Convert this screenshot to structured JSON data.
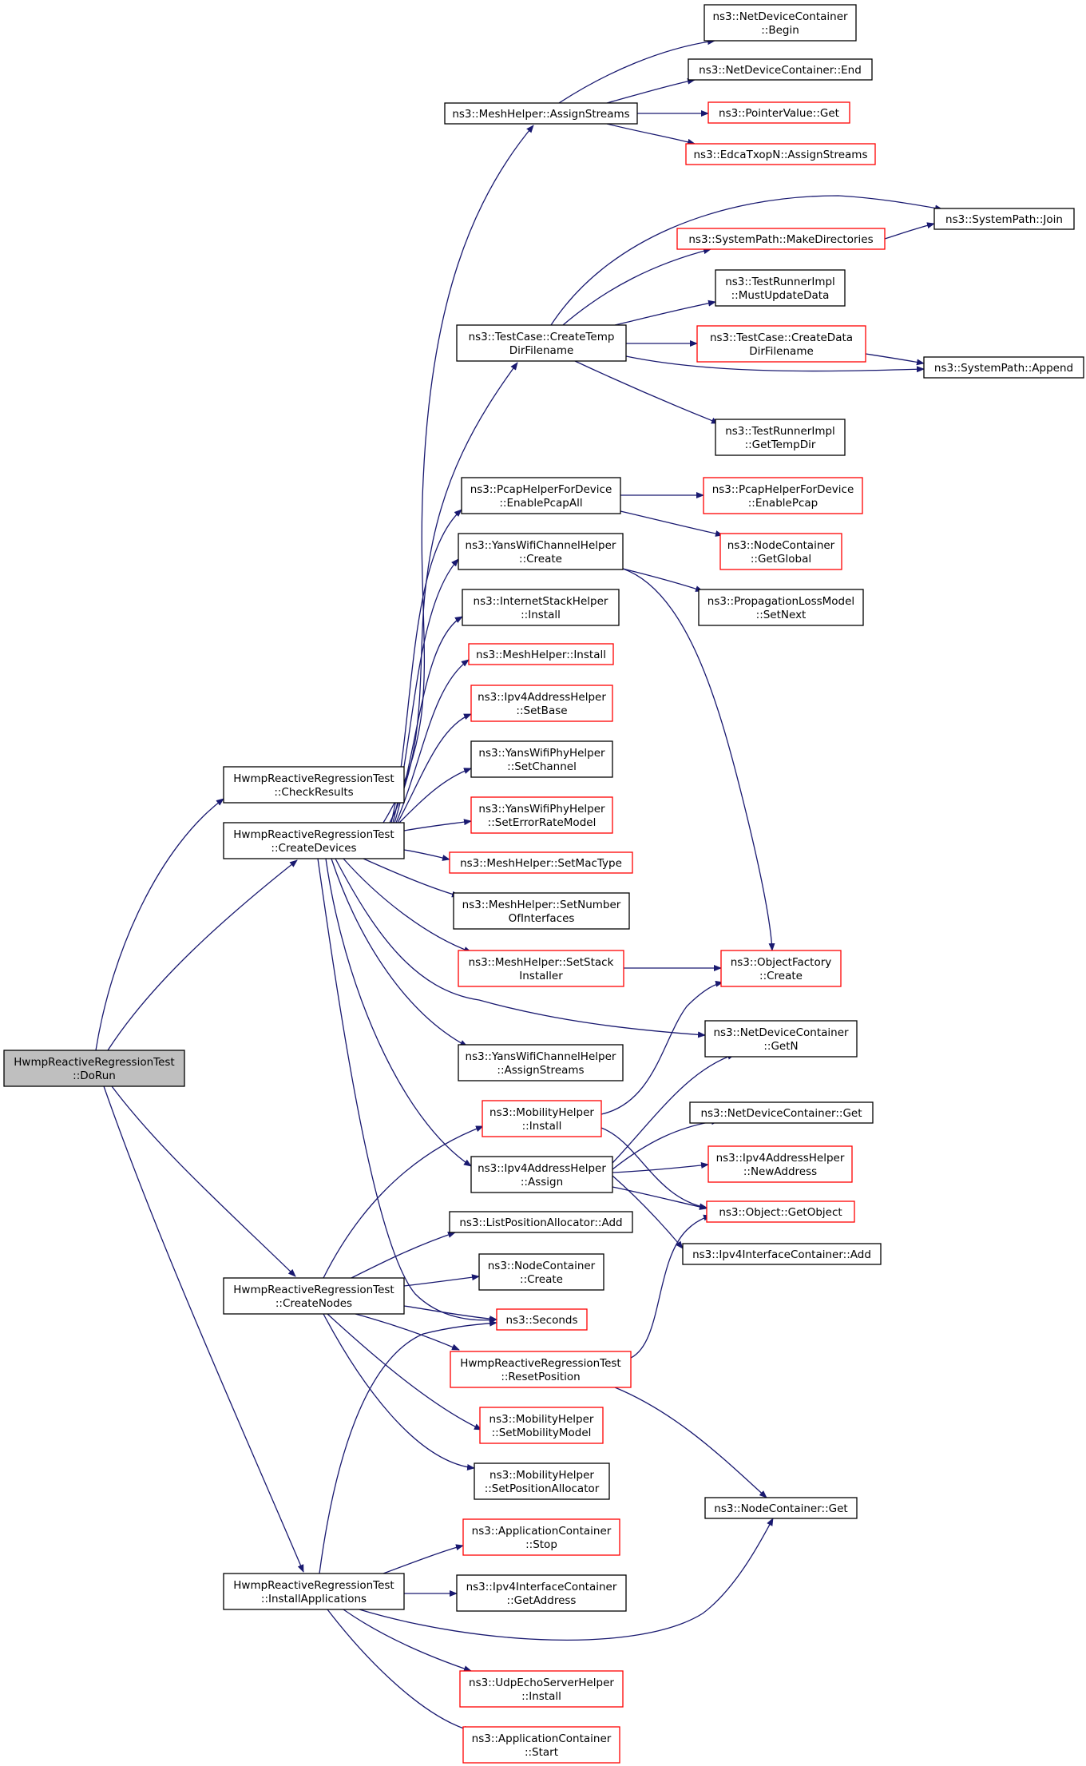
{
  "diagram": {
    "type": "call-graph",
    "colors": {
      "edge": "#191970",
      "node_border": "#000000",
      "node_border_missing_doc": "#ff0000",
      "root_fill": "#bfbfbf"
    },
    "nodes": [
      {
        "id": "dorun",
        "lines": [
          "HwmpReactiveRegressionTest",
          "::DoRun"
        ],
        "style": "root"
      },
      {
        "id": "checkresults",
        "lines": [
          "HwmpReactiveRegressionTest",
          "::CheckResults"
        ],
        "style": "black"
      },
      {
        "id": "createdevices",
        "lines": [
          "HwmpReactiveRegressionTest",
          "::CreateDevices"
        ],
        "style": "black"
      },
      {
        "id": "createnodes",
        "lines": [
          "HwmpReactiveRegressionTest",
          "::CreateNodes"
        ],
        "style": "black"
      },
      {
        "id": "installapps",
        "lines": [
          "HwmpReactiveRegressionTest",
          "::InstallApplications"
        ],
        "style": "black"
      },
      {
        "id": "mh_assignstreams",
        "lines": [
          "ns3::MeshHelper::AssignStreams"
        ],
        "style": "black"
      },
      {
        "id": "tc_createtemp",
        "lines": [
          "ns3::TestCase::CreateTemp",
          "DirFilename"
        ],
        "style": "black"
      },
      {
        "id": "pcap_enableall",
        "lines": [
          "ns3::PcapHelperForDevice",
          "::EnablePcapAll"
        ],
        "style": "black"
      },
      {
        "id": "ywch_create",
        "lines": [
          "ns3::YansWifiChannelHelper",
          "::Create"
        ],
        "style": "black"
      },
      {
        "id": "ish_install",
        "lines": [
          "ns3::InternetStackHelper",
          "::Install"
        ],
        "style": "black"
      },
      {
        "id": "mh_install",
        "lines": [
          "ns3::MeshHelper::Install"
        ],
        "style": "red"
      },
      {
        "id": "ipv4ah_setbase",
        "lines": [
          "ns3::Ipv4AddressHelper",
          "::SetBase"
        ],
        "style": "red"
      },
      {
        "id": "ywph_setchannel",
        "lines": [
          "ns3::YansWifiPhyHelper",
          "::SetChannel"
        ],
        "style": "black"
      },
      {
        "id": "ywph_seterm",
        "lines": [
          "ns3::YansWifiPhyHelper",
          "::SetErrorRateModel"
        ],
        "style": "red"
      },
      {
        "id": "mh_setmactype",
        "lines": [
          "ns3::MeshHelper::SetMacType"
        ],
        "style": "red"
      },
      {
        "id": "mh_setnumif",
        "lines": [
          "ns3::MeshHelper::SetNumber",
          "OfInterfaces"
        ],
        "style": "black"
      },
      {
        "id": "mh_setstack",
        "lines": [
          "ns3::MeshHelper::SetStack",
          "Installer"
        ],
        "style": "red"
      },
      {
        "id": "ywch_assignstreams",
        "lines": [
          "ns3::YansWifiChannelHelper",
          "::AssignStreams"
        ],
        "style": "black"
      },
      {
        "id": "mobh_install",
        "lines": [
          "ns3::MobilityHelper",
          "::Install"
        ],
        "style": "red"
      },
      {
        "id": "ipv4ah_assign",
        "lines": [
          "ns3::Ipv4AddressHelper",
          "::Assign"
        ],
        "style": "black"
      },
      {
        "id": "lpa_add",
        "lines": [
          "ns3::ListPositionAllocator::Add"
        ],
        "style": "black"
      },
      {
        "id": "nc_create",
        "lines": [
          "ns3::NodeContainer",
          "::Create"
        ],
        "style": "black"
      },
      {
        "id": "seconds",
        "lines": [
          "ns3::Seconds"
        ],
        "style": "red"
      },
      {
        "id": "resetpos",
        "lines": [
          "HwmpReactiveRegressionTest",
          "::ResetPosition"
        ],
        "style": "red"
      },
      {
        "id": "mobh_setmm",
        "lines": [
          "ns3::MobilityHelper",
          "::SetMobilityModel"
        ],
        "style": "red"
      },
      {
        "id": "mobh_setpa",
        "lines": [
          "ns3::MobilityHelper",
          "::SetPositionAllocator"
        ],
        "style": "black"
      },
      {
        "id": "ac_stop",
        "lines": [
          "ns3::ApplicationContainer",
          "::Stop"
        ],
        "style": "red"
      },
      {
        "id": "ipv4ic_getaddr",
        "lines": [
          "ns3::Ipv4InterfaceContainer",
          "::GetAddress"
        ],
        "style": "black"
      },
      {
        "id": "uesh_install",
        "lines": [
          "ns3::UdpEchoServerHelper",
          "::Install"
        ],
        "style": "red"
      },
      {
        "id": "ac_start",
        "lines": [
          "ns3::ApplicationContainer",
          "::Start"
        ],
        "style": "red"
      },
      {
        "id": "ndc_begin",
        "lines": [
          "ns3::NetDeviceContainer",
          "::Begin"
        ],
        "style": "black"
      },
      {
        "id": "ndc_end",
        "lines": [
          "ns3::NetDeviceContainer::End"
        ],
        "style": "black"
      },
      {
        "id": "pv_get",
        "lines": [
          "ns3::PointerValue::Get"
        ],
        "style": "red"
      },
      {
        "id": "edca_assign",
        "lines": [
          "ns3::EdcaTxopN::AssignStreams"
        ],
        "style": "red"
      },
      {
        "id": "sp_makedirs",
        "lines": [
          "ns3::SystemPath::MakeDirectories"
        ],
        "style": "red"
      },
      {
        "id": "tri_mustupdate",
        "lines": [
          "ns3::TestRunnerImpl",
          "::MustUpdateData"
        ],
        "style": "black"
      },
      {
        "id": "tc_createdata",
        "lines": [
          "ns3::TestCase::CreateData",
          "DirFilename"
        ],
        "style": "red"
      },
      {
        "id": "tri_gettemp",
        "lines": [
          "ns3::TestRunnerImpl",
          "::GetTempDir"
        ],
        "style": "black"
      },
      {
        "id": "pcap_enable",
        "lines": [
          "ns3::PcapHelperForDevice",
          "::EnablePcap"
        ],
        "style": "red"
      },
      {
        "id": "nc_getglobal",
        "lines": [
          "ns3::NodeContainer",
          "::GetGlobal"
        ],
        "style": "red"
      },
      {
        "id": "plm_setnext",
        "lines": [
          "ns3::PropagationLossModel",
          "::SetNext"
        ],
        "style": "black"
      },
      {
        "id": "of_create",
        "lines": [
          "ns3::ObjectFactory",
          "::Create"
        ],
        "style": "red"
      },
      {
        "id": "ndc_getn",
        "lines": [
          "ns3::NetDeviceContainer",
          "::GetN"
        ],
        "style": "black"
      },
      {
        "id": "ndc_get",
        "lines": [
          "ns3::NetDeviceContainer::Get"
        ],
        "style": "black"
      },
      {
        "id": "ipv4ah_newaddr",
        "lines": [
          "ns3::Ipv4AddressHelper",
          "::NewAddress"
        ],
        "style": "red"
      },
      {
        "id": "obj_getobject",
        "lines": [
          "ns3::Object::GetObject"
        ],
        "style": "red"
      },
      {
        "id": "ipv4ic_add",
        "lines": [
          "ns3::Ipv4InterfaceContainer::Add"
        ],
        "style": "black"
      },
      {
        "id": "nc_get",
        "lines": [
          "ns3::NodeContainer::Get"
        ],
        "style": "black"
      },
      {
        "id": "sp_join",
        "lines": [
          "ns3::SystemPath::Join"
        ],
        "style": "black"
      },
      {
        "id": "sp_append",
        "lines": [
          "ns3::SystemPath::Append"
        ],
        "style": "black"
      }
    ],
    "edges": [
      [
        "dorun",
        "checkresults"
      ],
      [
        "dorun",
        "createdevices"
      ],
      [
        "dorun",
        "createnodes"
      ],
      [
        "dorun",
        "installapps"
      ],
      [
        "createdevices",
        "mh_assignstreams"
      ],
      [
        "createdevices",
        "tc_createtemp"
      ],
      [
        "createdevices",
        "pcap_enableall"
      ],
      [
        "createdevices",
        "ywch_create"
      ],
      [
        "createdevices",
        "ish_install"
      ],
      [
        "createdevices",
        "mh_install"
      ],
      [
        "createdevices",
        "ipv4ah_setbase"
      ],
      [
        "createdevices",
        "ywph_setchannel"
      ],
      [
        "createdevices",
        "ywph_seterm"
      ],
      [
        "createdevices",
        "mh_setmactype"
      ],
      [
        "createdevices",
        "mh_setnumif"
      ],
      [
        "createdevices",
        "mh_setstack"
      ],
      [
        "createdevices",
        "ndc_getn"
      ],
      [
        "createdevices",
        "ywch_assignstreams"
      ],
      [
        "createdevices",
        "ipv4ah_assign"
      ],
      [
        "createdevices",
        "seconds"
      ],
      [
        "mh_assignstreams",
        "ndc_begin"
      ],
      [
        "mh_assignstreams",
        "ndc_end"
      ],
      [
        "mh_assignstreams",
        "pv_get"
      ],
      [
        "mh_assignstreams",
        "edca_assign"
      ],
      [
        "tc_createtemp",
        "sp_join"
      ],
      [
        "tc_createtemp",
        "sp_makedirs"
      ],
      [
        "tc_createtemp",
        "tri_mustupdate"
      ],
      [
        "tc_createtemp",
        "tc_createdata"
      ],
      [
        "tc_createtemp",
        "sp_append"
      ],
      [
        "tc_createtemp",
        "tri_gettemp"
      ],
      [
        "sp_makedirs",
        "sp_join"
      ],
      [
        "tc_createdata",
        "sp_append"
      ],
      [
        "pcap_enableall",
        "pcap_enable"
      ],
      [
        "pcap_enableall",
        "nc_getglobal"
      ],
      [
        "ywch_create",
        "plm_setnext"
      ],
      [
        "ywch_create",
        "of_create"
      ],
      [
        "mh_setstack",
        "of_create"
      ],
      [
        "createnodes",
        "mobh_install"
      ],
      [
        "createnodes",
        "lpa_add"
      ],
      [
        "createnodes",
        "nc_create"
      ],
      [
        "createnodes",
        "seconds"
      ],
      [
        "createnodes",
        "resetpos"
      ],
      [
        "createnodes",
        "mobh_setmm"
      ],
      [
        "createnodes",
        "mobh_setpa"
      ],
      [
        "mobh_install",
        "of_create"
      ],
      [
        "mobh_install",
        "obj_getobject"
      ],
      [
        "ipv4ah_assign",
        "ndc_getn"
      ],
      [
        "ipv4ah_assign",
        "ndc_get"
      ],
      [
        "ipv4ah_assign",
        "ipv4ah_newaddr"
      ],
      [
        "ipv4ah_assign",
        "obj_getobject"
      ],
      [
        "ipv4ah_assign",
        "ipv4ic_add"
      ],
      [
        "resetpos",
        "obj_getobject"
      ],
      [
        "resetpos",
        "nc_get"
      ],
      [
        "installapps",
        "seconds"
      ],
      [
        "installapps",
        "ac_stop"
      ],
      [
        "installapps",
        "ipv4ic_getaddr"
      ],
      [
        "installapps",
        "nc_get"
      ],
      [
        "installapps",
        "uesh_install"
      ],
      [
        "installapps",
        "ac_start"
      ]
    ]
  }
}
